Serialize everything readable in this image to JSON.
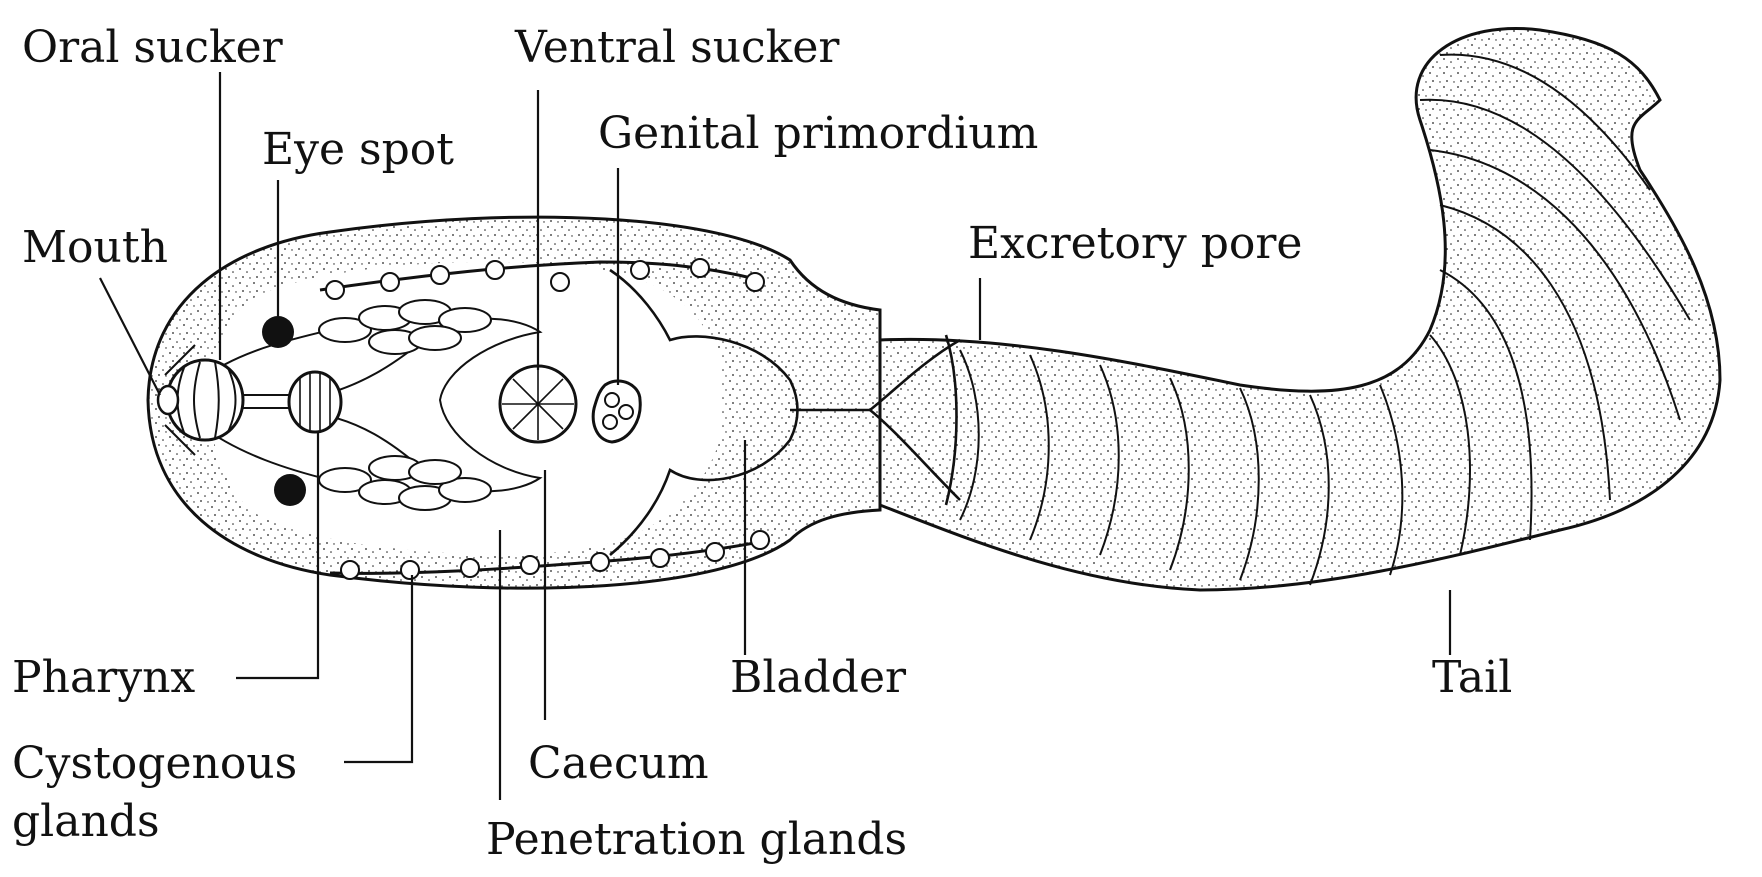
{
  "labels": {
    "oral_sucker": "Oral sucker",
    "ventral_sucker": "Ventral sucker",
    "eye_spot": "Eye spot",
    "genital_primordium": "Genital primordium",
    "mouth": "Mouth",
    "excretory_pore": "Excretory pore",
    "pharynx": "Pharynx",
    "cystogenous_line1": "Cystogenous",
    "cystogenous_line2": "glands",
    "bladder": "Bladder",
    "tail": "Tail",
    "caecum": "Caecum",
    "penetration_glands": "Penetration glands"
  }
}
